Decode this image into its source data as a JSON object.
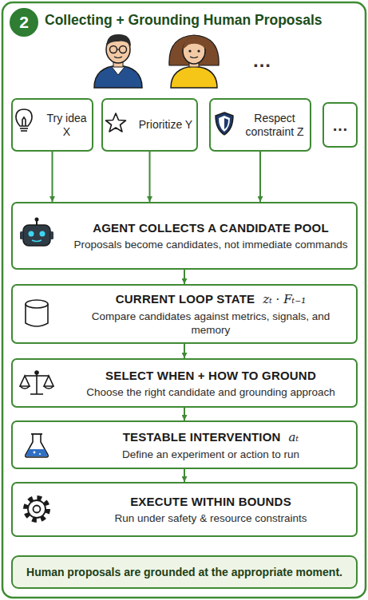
{
  "diagram": {
    "title": "Collecting + Grounding Human Proposals",
    "nodes": [
      {
        "text": [
          "2"
        ]
      },
      {
        "text": [
          "Try idea X"
        ]
      },
      {
        "text": [
          "Prioritize Y"
        ]
      },
      {
        "text": [
          "Respect constraint Z"
        ]
      },
      {
        "text": [
          "…"
        ]
      },
      {
        "text": [
          "AGENT COLLECTS A CANDIDATE POOL",
          "Proposals become candidates, not immediate commands"
        ]
      },
      {
        "text": [
          "CURRENT LOOP STATE",
          "zₜ · Fₜ₋₁",
          "Compare candidates against metrics, signals, and memory"
        ]
      },
      {
        "text": [
          "SELECT WHEN + HOW TO GROUND",
          "Choose the right candidate and grounding approach"
        ]
      },
      {
        "text": [
          "TESTABLE INTERVENTION",
          "aₜ",
          "Define an experiment or action to run"
        ]
      },
      {
        "text": [
          "EXECUTE WITHIN BOUNDS",
          "Run under safety & resource constraints"
        ]
      },
      {
        "text": [
          "Human proposals are grounded at the appropriate moment."
        ]
      }
    ],
    "edges": [
      {
        "from": 1,
        "to": 5,
        "arrow": "to"
      },
      {
        "from": 2,
        "to": 5,
        "arrow": "to"
      },
      {
        "from": 3,
        "to": 5,
        "arrow": "to"
      },
      {
        "from": 5,
        "to": 6,
        "arrow": "to"
      },
      {
        "from": 6,
        "to": 7,
        "arrow": "to"
      },
      {
        "from": 7,
        "to": 8,
        "arrow": "to"
      },
      {
        "from": 8,
        "to": 9,
        "arrow": "to"
      }
    ],
    "labels": [
      "…"
    ]
  }
}
